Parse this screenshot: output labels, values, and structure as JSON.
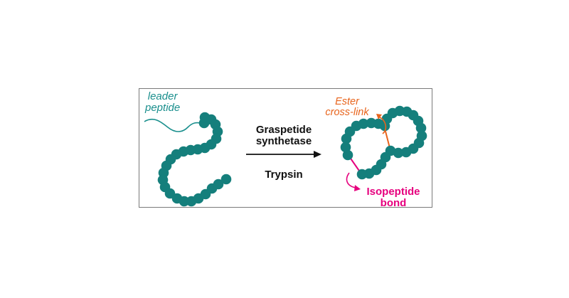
{
  "labels": {
    "leader_line1": "leader",
    "leader_line2": "peptide",
    "enzyme_line1": "Graspetide",
    "enzyme_line2": "synthetase",
    "protease": "Trypsin",
    "ester_line1": "Ester",
    "ester_line2": "cross-link",
    "iso_line1": "Isopeptide",
    "iso_line2": "bond"
  },
  "colors": {
    "bead": "#157f7c",
    "leader": "#1a8f8d",
    "ester": "#e8641c",
    "isopeptide": "#e6007e",
    "arrow": "#111111",
    "frame": "#7a7a7a"
  }
}
